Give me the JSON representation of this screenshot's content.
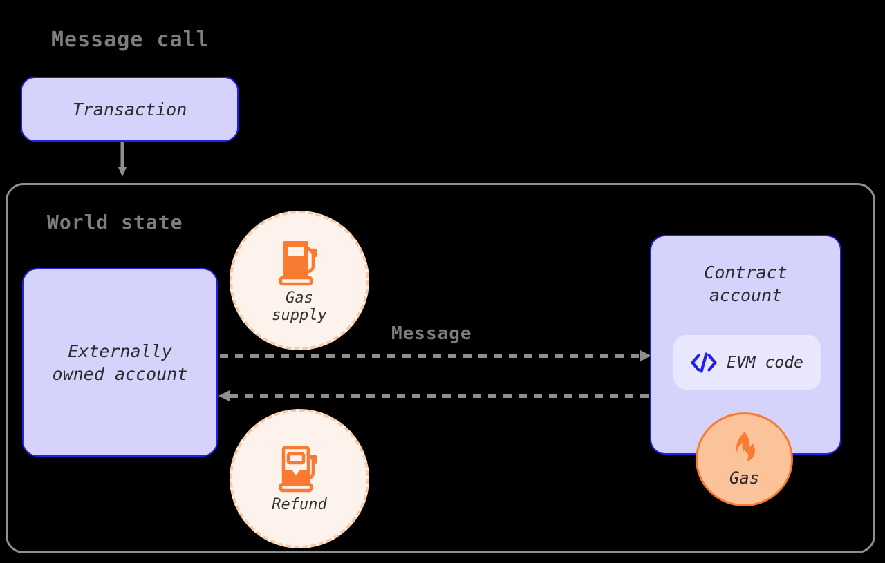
{
  "diagram": {
    "title": "Message call",
    "background_color": "#000000"
  },
  "sections": {
    "message_call_title": "Message call",
    "world_state_title": "World state"
  },
  "nodes": {
    "transaction": {
      "label": "Transaction",
      "fill": "#d5d3fc",
      "border": "#2020e6"
    },
    "externally_owned_account": {
      "label": "Externally\nowned account",
      "fill": "#d5d3fc",
      "border": "#2020e6"
    },
    "contract_account": {
      "label": "Contract\naccount",
      "fill": "#d5d3fc",
      "border": "#2020e6",
      "chip": {
        "label": "EVM code",
        "icon": "code-brackets-icon",
        "fill": "#e8e7fd",
        "icon_color": "#2020e6"
      }
    },
    "gas_supply": {
      "label": "Gas\nsupply",
      "icon": "gas-pump-full-icon",
      "fill": "#fdf3ec",
      "border": "#f8c9a4",
      "icon_color": "#f97b33"
    },
    "refund": {
      "label": "Refund",
      "icon": "gas-pump-partial-icon",
      "fill": "#fdf3ec",
      "border": "#f8c9a4",
      "icon_color": "#f97b33"
    },
    "gas_badge": {
      "label": "Gas",
      "icon": "flame-icon",
      "fill": "#fac39a",
      "border": "#f97b33",
      "icon_color": "#f97b33"
    }
  },
  "connectors": {
    "transaction_to_world_state": {
      "label": "",
      "style": "solid",
      "color": "#8f8f8f",
      "direction": "down"
    },
    "message": {
      "label": "Message",
      "style": "dashed",
      "color": "#8f8f8f",
      "direction": "right"
    },
    "return": {
      "label": "",
      "style": "dashed",
      "color": "#8f8f8f",
      "direction": "left"
    }
  },
  "colors": {
    "accent_blue": "#2020e6",
    "box_lavender": "#d5d3fc",
    "chip_lavender": "#e8e7fd",
    "accent_orange": "#f97b33",
    "circle_cream": "#fdf3ec",
    "circle_dash": "#f8c9a4",
    "badge_peach": "#fac39a",
    "gray_line": "#8f8f8f",
    "gray_text": "#7d7d7d",
    "body_text": "#2b2b2b"
  }
}
